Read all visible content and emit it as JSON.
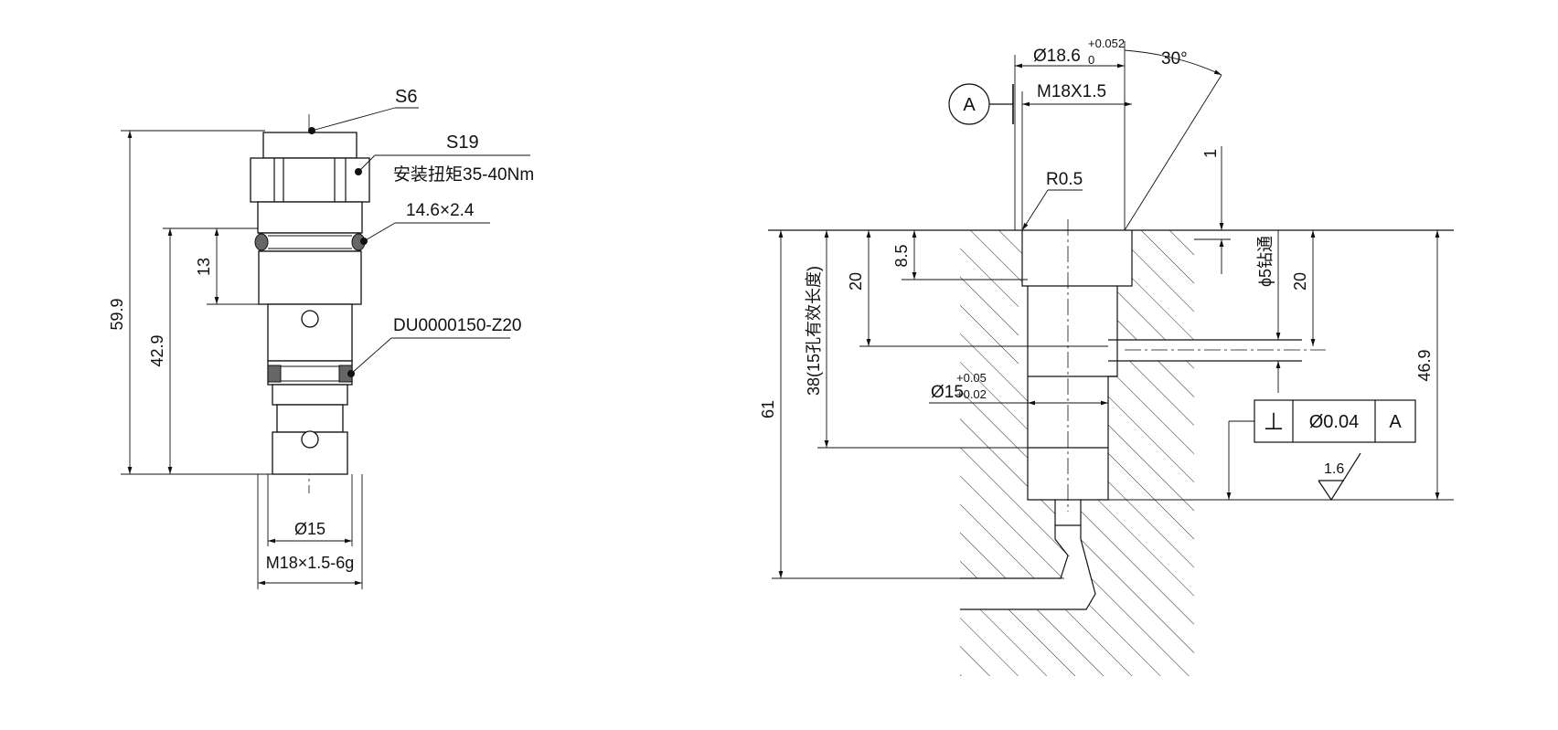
{
  "left_view": {
    "s6": "S6",
    "s19": "S19",
    "torque": "安装扭矩35-40Nm",
    "oring_top": "14.6×2.4",
    "seal_code": "DU0000150-Z20",
    "dim_total": "59.9",
    "dim_body": "42.9",
    "dim_13": "13",
    "dia15": "Ø15",
    "thread": "M18×1.5-6g"
  },
  "right_view": {
    "bore_dia": "Ø18.6",
    "bore_tol_upper": "+0.052",
    "bore_tol_lower": "0",
    "angle": "30°",
    "datum": "A",
    "thread": "M18X1.5",
    "radius": "R0.5",
    "dim_1": "1",
    "dim_8_5": "8.5",
    "dim_20_left": "20",
    "dim_effective": "38(15孔有效长度)",
    "dim_61": "61",
    "drill_note": "ϕ5钻通",
    "dim_20_right": "20",
    "dim_46_9": "46.9",
    "dia15": "Ø15",
    "dia15_tol_upper": "+0.05",
    "dia15_tol_lower": "+0.02",
    "fcf_symbol": "⊥",
    "fcf_tolerance": "Ø0.04",
    "fcf_datum": "A",
    "roughness": "1.6"
  }
}
